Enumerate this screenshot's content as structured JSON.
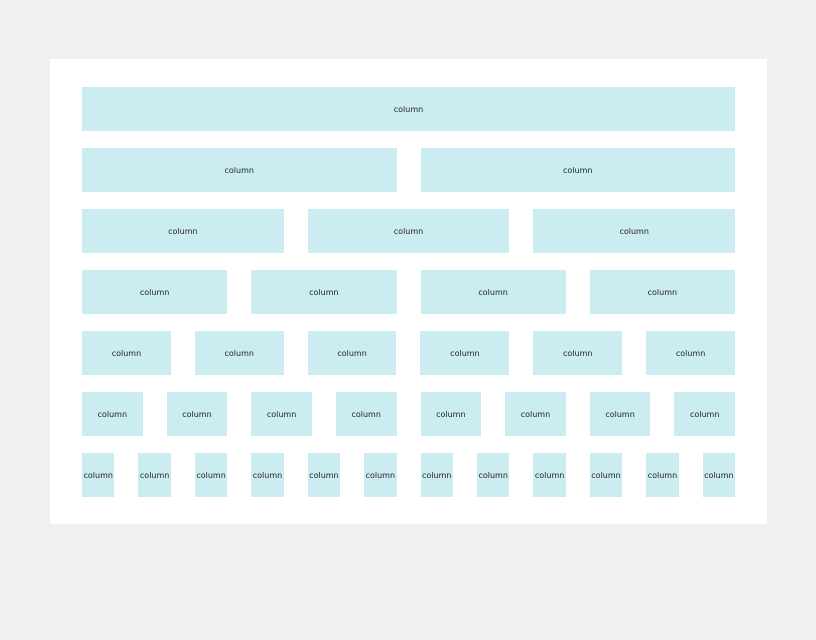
{
  "rows": [
    {
      "columns": [
        "column"
      ]
    },
    {
      "columns": [
        "column",
        "column"
      ]
    },
    {
      "columns": [
        "column",
        "column",
        "column"
      ]
    },
    {
      "columns": [
        "column",
        "column",
        "column",
        "column"
      ]
    },
    {
      "columns": [
        "column",
        "column",
        "column",
        "column",
        "column",
        "column"
      ]
    },
    {
      "columns": [
        "column",
        "column",
        "column",
        "column",
        "column",
        "column",
        "column",
        "column"
      ]
    },
    {
      "columns": [
        "column",
        "column",
        "column",
        "column",
        "column",
        "column",
        "column",
        "column",
        "column",
        "column",
        "column",
        "column"
      ]
    }
  ],
  "colors": {
    "column_bg": "#cbecf0",
    "panel_bg": "#ffffff",
    "page_bg": "#f0f0f0"
  }
}
